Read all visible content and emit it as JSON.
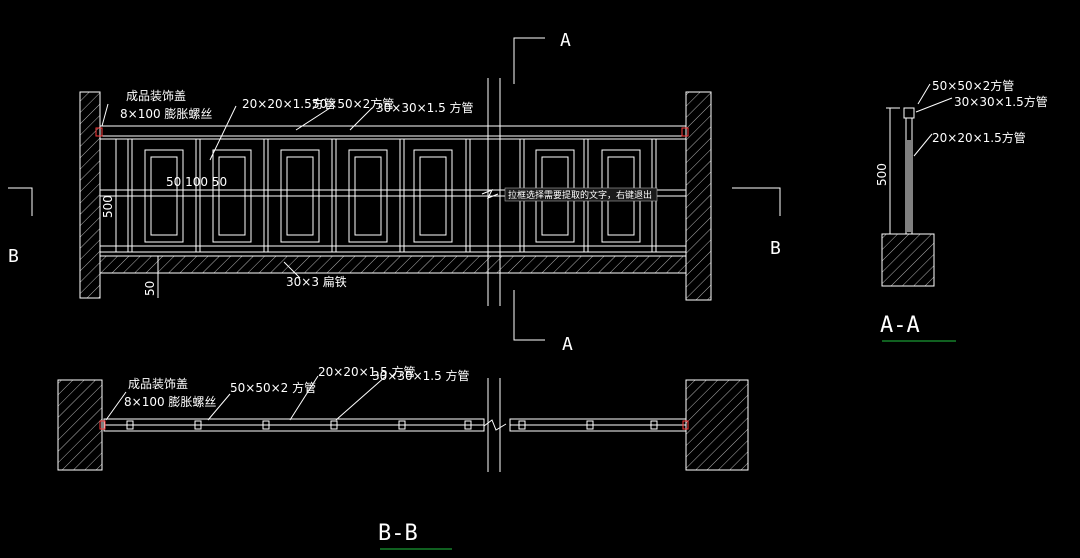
{
  "colors": {
    "background": "#000000",
    "line": "#ffffff",
    "underline": "#1fbf3f",
    "anchor_red": "#ff3b3b"
  },
  "elevation": {
    "label_cap": "成品装饰盖",
    "label_bolt": "8×100 膨胀螺丝",
    "label_tube_small": "20×20×1.5方管",
    "label_tube_large": "50×50×2方管",
    "label_tube_mid": "30×30×1.5 方管",
    "dim_500": "500",
    "dim_50_100_50": "50 100 50",
    "dim_50": "50",
    "label_flat_bar": "30×3 扁铁",
    "section_marker_a": "A",
    "section_marker_b": "B",
    "tooltip": "拉框选择需要提取的文字，右键退出"
  },
  "section_aa": {
    "label_tube_large": "50×50×2方管",
    "label_tube_mid": "30×30×1.5方管",
    "label_tube_small": "20×20×1.5方管",
    "dim_500": "500",
    "title": "A-A"
  },
  "section_bb": {
    "label_cap": "成品装饰盖",
    "label_bolt": "8×100 膨胀螺丝",
    "label_tube_large": "50×50×2 方管",
    "label_tube_small": "20×20×1.5 方管",
    "label_tube_mid": "30×30×1.5 方管",
    "title": "B-B"
  }
}
